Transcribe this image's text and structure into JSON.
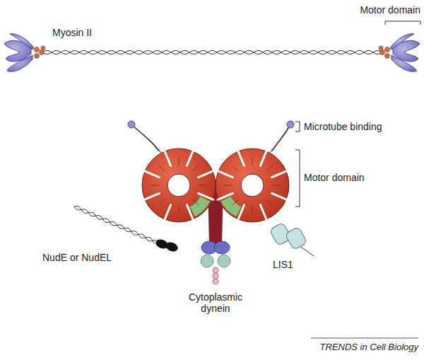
{
  "diagram": {
    "labels": [
      "Myosin II",
      "Motor domain",
      "Microtube binding",
      "Motor domain",
      "NudE or NudEL",
      "LIS1",
      "Cytoplasmic dynein",
      "TRENDS in Cell Biology"
    ]
  }
}
